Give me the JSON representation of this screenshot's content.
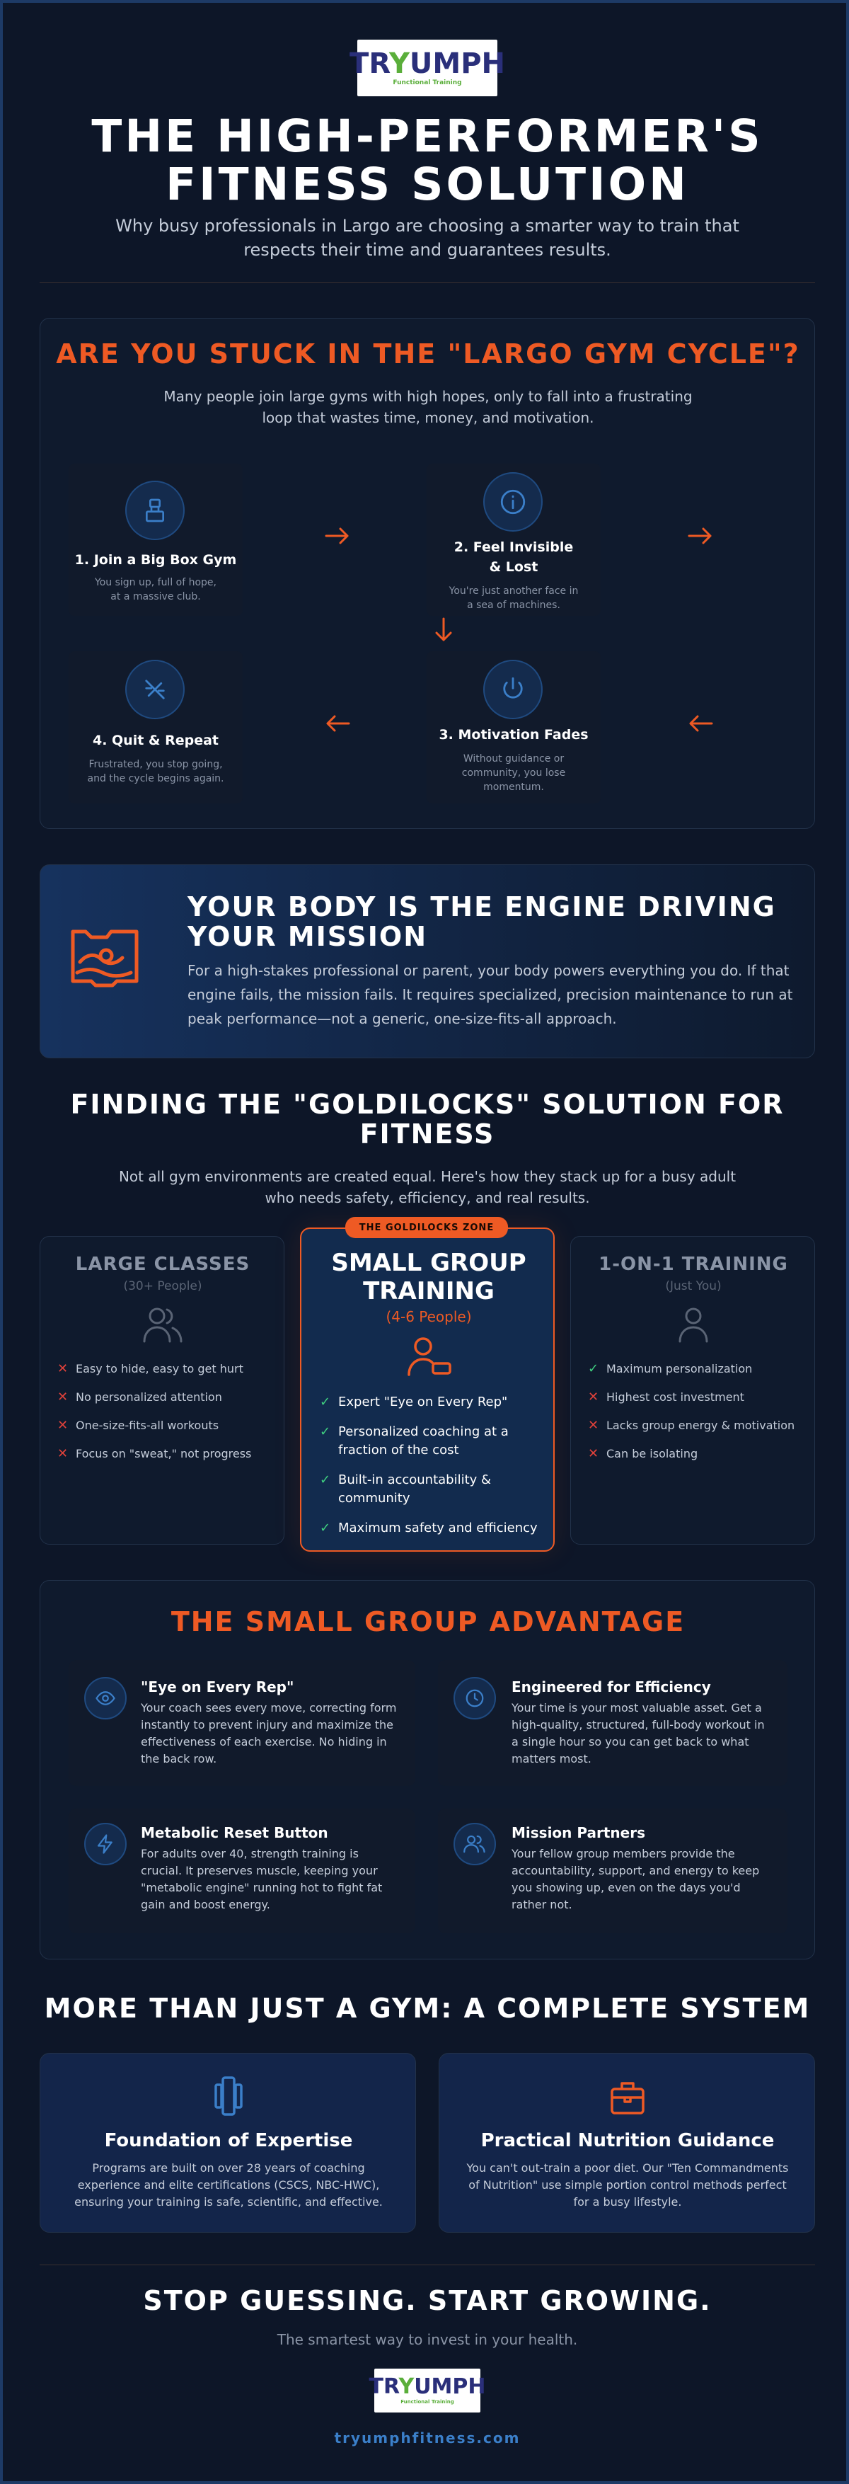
{
  "brand": {
    "logo_word_pre": "TR",
    "logo_word_y": "Y",
    "logo_word_post": "UMPH",
    "logo_tagline": "Functional Training",
    "website": "tryumphfitness.com"
  },
  "hero": {
    "title_line1": "THE HIGH-PERFORMER'S",
    "title_line2": "FITNESS SOLUTION",
    "subtitle": "Why busy professionals in Largo are choosing a smarter way to train that respects their time and guarantees results."
  },
  "cycle": {
    "title": "ARE YOU STUCK IN THE \"LARGO GYM CYCLE\"?",
    "intro": "Many people join large gyms with high hopes, only to fall into a frustrating loop that wastes time, money, and motivation.",
    "steps": [
      {
        "title": "1. Join a Big Box Gym",
        "desc": "You sign up, full of hope, at a massive club.",
        "icon": "building-icon"
      },
      {
        "title": "2. Feel Invisible & Lost",
        "desc": "You're just another face in a sea of machines.",
        "icon": "info-icon"
      },
      {
        "title": "3. Motivation Fades",
        "desc": "Without guidance or community, you lose momentum.",
        "icon": "power-icon"
      },
      {
        "title": "4. Quit & Repeat",
        "desc": "Frustrated, you stop going, and the cycle begins again.",
        "icon": "quit-icon"
      }
    ]
  },
  "engine": {
    "title": "YOUR BODY IS THE ENGINE DRIVING YOUR MISSION",
    "text": "For a high-stakes professional or parent, your body powers everything you do. If that engine fails, the mission fails. It requires specialized, precision maintenance to run at peak performance—not a generic, one-size-fits-all approach.",
    "icon": "mission-icon"
  },
  "goldilocks": {
    "title": "FINDING THE \"GOLDILOCKS\" SOLUTION FOR FITNESS",
    "intro": "Not all gym environments are created equal. Here's how they stack up for a busy adult who needs safety, efficiency, and real results.",
    "badge": "THE GOLDILOCKS ZONE",
    "options": [
      {
        "title": "LARGE CLASSES",
        "subtitle": "(30+ People)",
        "items": [
          {
            "mark": "✕",
            "text": "Easy to hide, easy to get hurt"
          },
          {
            "mark": "✕",
            "text": "No personalized attention"
          },
          {
            "mark": "✕",
            "text": "One-size-fits-all workouts"
          },
          {
            "mark": "✕",
            "text": "Focus on \"sweat,\" not progress"
          }
        ]
      },
      {
        "title": "SMALL GROUP TRAINING",
        "subtitle": "(4-6 People)",
        "items": [
          {
            "mark": "✓",
            "text": "Expert \"Eye on Every Rep\""
          },
          {
            "mark": "✓",
            "text": "Personalized coaching at a fraction of the cost"
          },
          {
            "mark": "✓",
            "text": "Built-in accountability & community"
          },
          {
            "mark": "✓",
            "text": "Maximum safety and efficiency"
          }
        ]
      },
      {
        "title": "1-ON-1 TRAINING",
        "subtitle": "(Just You)",
        "items": [
          {
            "mark": "✓",
            "text": "Maximum personalization"
          },
          {
            "mark": "✕",
            "text": "Highest cost investment"
          },
          {
            "mark": "✕",
            "text": "Lacks group energy & motivation"
          },
          {
            "mark": "✕",
            "text": "Can be isolating"
          }
        ]
      }
    ]
  },
  "advantage": {
    "title": "THE SMALL GROUP ADVANTAGE",
    "items": [
      {
        "title": "\"Eye on Every Rep\"",
        "text": "Your coach sees every move, correcting form instantly to prevent injury and maximize the effectiveness of each exercise. No hiding in the back row.",
        "icon": "eye-icon"
      },
      {
        "title": "Engineered for Efficiency",
        "text": "Your time is your most valuable asset. Get a high-quality, structured, full-body workout in a single hour so you can get back to what matters most.",
        "icon": "clock-icon"
      },
      {
        "title": "Metabolic Reset Button",
        "text": "For adults over 40, strength training is crucial. It preserves muscle, keeping your \"metabolic engine\" running hot to fight fat gain and boost energy.",
        "icon": "bolt-icon"
      },
      {
        "title": "Mission Partners",
        "text": "Your fellow group members provide the accountability, support, and energy to keep you showing up, even on the days you'd rather not.",
        "icon": "group-icon"
      }
    ]
  },
  "system": {
    "title": "MORE THAN JUST A GYM: A COMPLETE SYSTEM",
    "cards": [
      {
        "title": "Foundation of Expertise",
        "text": "Programs are built on over 28 years of coaching experience and elite certifications (CSCS, NBC-HWC), ensuring your training is safe, scientific, and effective.",
        "icon": "dumbbell-icon"
      },
      {
        "title": "Practical Nutrition Guidance",
        "text": "You can't out-train a poor diet. Our \"Ten Commandments of Nutrition\" use simple portion control methods perfect for a busy lifestyle.",
        "icon": "lunchbox-icon"
      }
    ]
  },
  "cta": {
    "title": "STOP GUESSING. START GROWING.",
    "subtitle": "The smartest way to invest in your health."
  },
  "colors": {
    "accent_orange": "#ee5a24",
    "accent_blue": "#3b7fc9",
    "background": "#0d1628"
  }
}
